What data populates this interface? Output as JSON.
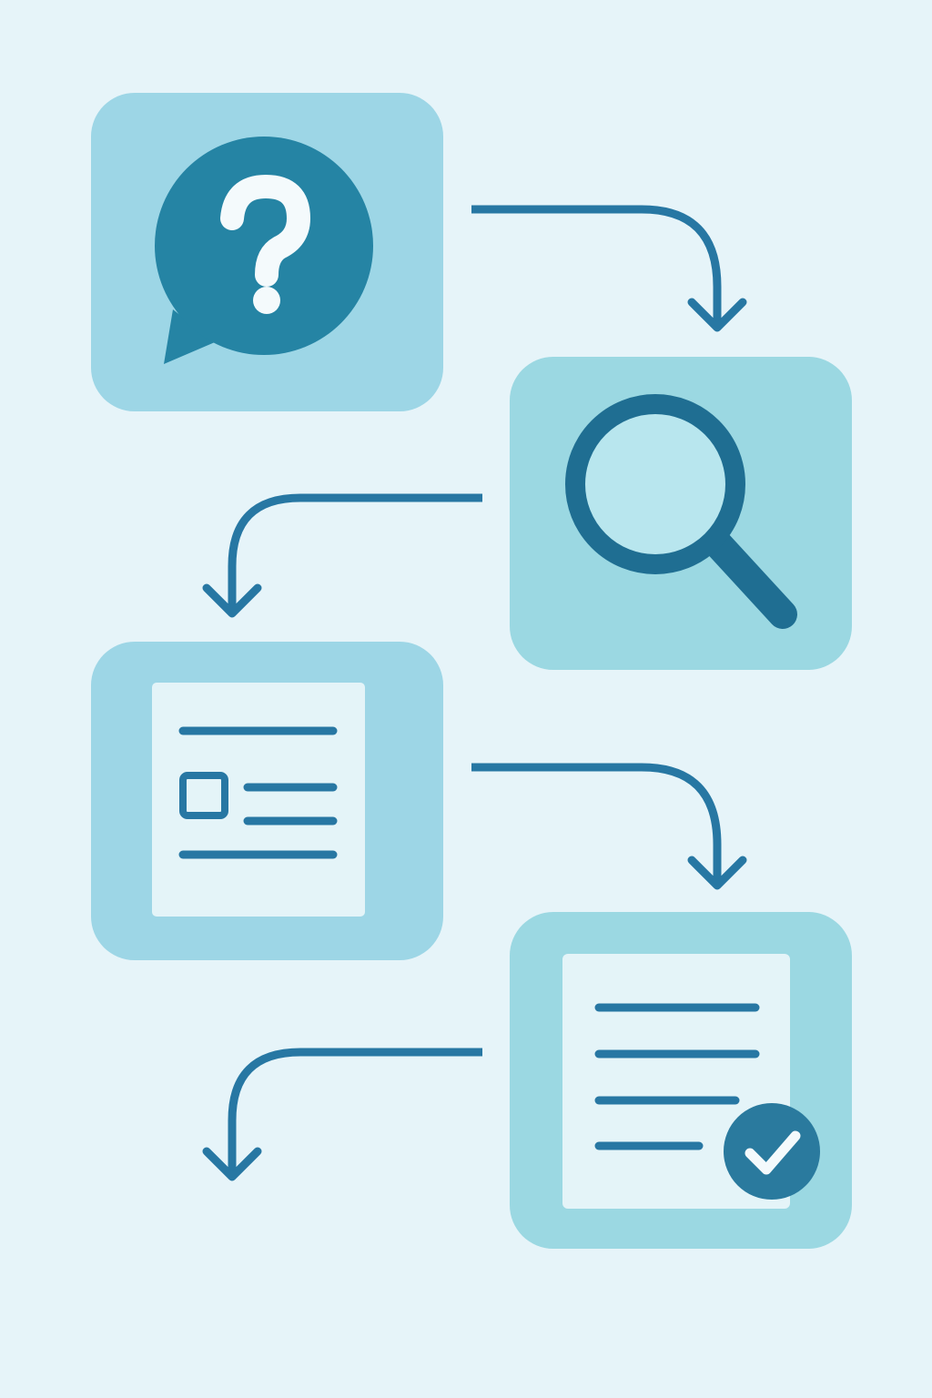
{
  "colors": {
    "background": "#e6f4f9",
    "tile_blue": "#9dd6e6",
    "tile_teal": "#9bd8e2",
    "primary": "#2584a4",
    "dark": "#1f6e92",
    "connector": "#2777a3",
    "paper": "#e4f4f8",
    "lens": "#b8e6ee",
    "white": "#f4fafc"
  },
  "steps": [
    {
      "icon": "question-speech-bubble-icon"
    },
    {
      "icon": "magnifying-glass-icon"
    },
    {
      "icon": "document-with-image-icon"
    },
    {
      "icon": "document-with-checkmark-icon"
    }
  ],
  "connectors": [
    {
      "from": "question",
      "to": "search",
      "direction": "right-to-down"
    },
    {
      "from": "search",
      "to": "document",
      "direction": "left-to-down"
    },
    {
      "from": "document",
      "to": "verified-document",
      "direction": "right-to-down"
    },
    {
      "from": "verified-document",
      "to": "next",
      "direction": "left-to-down"
    }
  ]
}
